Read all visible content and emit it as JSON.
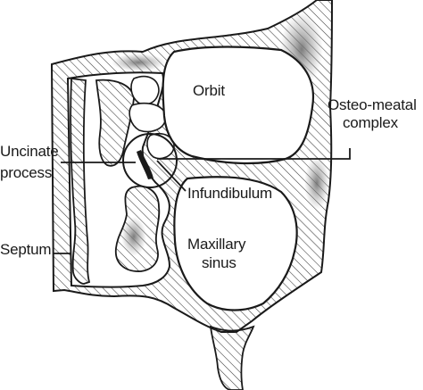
{
  "labels": {
    "orbit": "Orbit",
    "osteo_meatal_line1": "Osteo-meatal",
    "osteo_meatal_line2": "complex",
    "uncinate_line1": "Uncinate",
    "uncinate_line2": "process",
    "infundibulum": "Infundibulum",
    "septum": "Septum",
    "maxillary_line1": "Maxillary",
    "maxillary_line2": "sinus"
  },
  "colors": {
    "ink": "#1a1a1a",
    "hatch": "#3a3a3a",
    "shade": "#8c8c8c",
    "paper": "#ffffff"
  }
}
